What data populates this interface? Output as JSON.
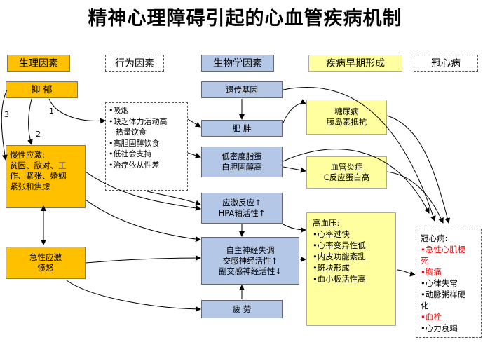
{
  "title": "精神心理障碍引起的心血管疾病机制",
  "headers": {
    "physiological": "生理因素",
    "behavioral": "行为因素",
    "biological": "生物学因素",
    "early_disease": "疾病早期形成",
    "chd": "冠心病"
  },
  "nodes": {
    "depression": "抑    郁",
    "chronic_stress_lines": [
      "慢性应激:",
      "贫困、敌对、工",
      "作、紧张、婚姻",
      "紧张和焦虑"
    ],
    "acute_stress_lines": [
      "急性应激",
      "愤怒"
    ],
    "behavior_lines": [
      "•吸烟",
      "•缺乏体力活动高",
      "  热量饮食",
      "•高胆固醇饮食",
      "•低社会支持",
      "•治疗依从性差"
    ],
    "genetic": "遗传基因",
    "obesity": "肥    胖",
    "ldl_lines": [
      "低密度脂蛋",
      "白胆固醇高"
    ],
    "stress_resp_lines": [
      "应激反应↑",
      "HPA轴活性↑"
    ],
    "autonomic_lines": [
      "自主神经失调",
      "交感神经活性↑",
      "副交感神经活性↓"
    ],
    "fatigue": "疲    劳",
    "diabetes_lines": [
      "糖尿病",
      "胰岛素抵抗"
    ],
    "vasculitis_lines": [
      "血管炎症",
      "C反应蛋白高"
    ],
    "hypertension_lines": [
      "高血压:",
      "•心率过快",
      "•心率变异性低",
      "•内皮功能紊乱",
      "•斑块形成",
      "•血小板活性高"
    ],
    "chd_list": [
      {
        "text": "冠心病:",
        "red": false
      },
      {
        "text": "•急性心肌梗",
        "red": true
      },
      {
        "text": "死",
        "red": true
      },
      {
        "text": "•胸痛",
        "red": true
      },
      {
        "text": "•心律失常",
        "red": false
      },
      {
        "text": "•动脉粥样硬",
        "red": false
      },
      {
        "text": "化",
        "red": false
      },
      {
        "text": "•血栓",
        "red": true
      },
      {
        "text": "•心力衰竭",
        "red": false
      }
    ]
  },
  "path_labels": {
    "p1": "1",
    "p2": "2",
    "p3": "3"
  }
}
